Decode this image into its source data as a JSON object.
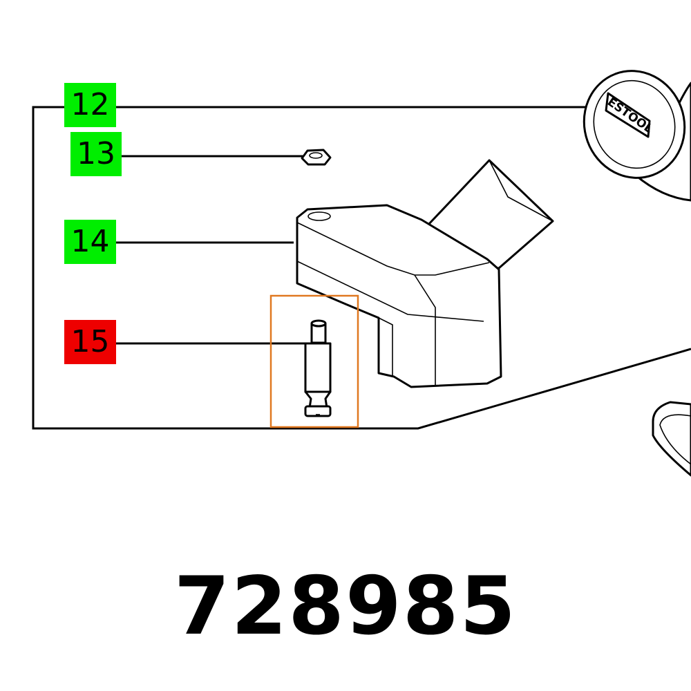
{
  "callouts": [
    {
      "label": "12",
      "color": "#00ee00"
    },
    {
      "label": "13",
      "color": "#00ee00"
    },
    {
      "label": "14",
      "color": "#00ee00"
    },
    {
      "label": "15",
      "color": "#ee0000"
    }
  ],
  "highlight_color": "#e07820",
  "part_number": "728985",
  "logo_text": "ESTOOL"
}
